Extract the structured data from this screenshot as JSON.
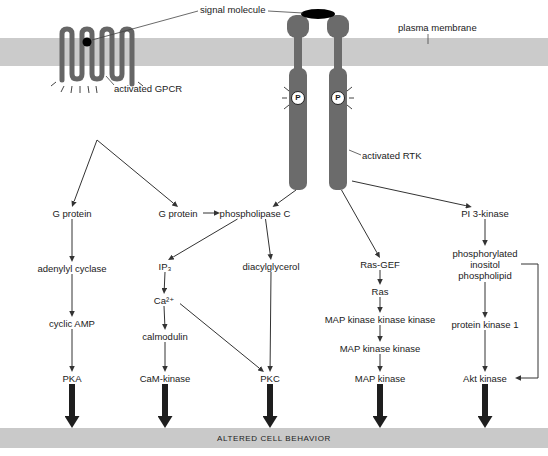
{
  "diagram": {
    "nodes": [
      {
        "text": [
          "activated GPCR"
        ]
      },
      {
        "text": [
          "activated RTK"
        ]
      },
      {
        "text": [
          "P"
        ],
        "in": 1
      },
      {
        "text": [
          "P"
        ],
        "in": 1
      },
      {
        "text": [
          "G protein"
        ]
      },
      {
        "text": [
          "adenylyl cyclase"
        ]
      },
      {
        "text": [
          "cyclic AMP"
        ]
      },
      {
        "text": [
          "PKA"
        ]
      },
      {
        "text": [
          "G protein"
        ]
      },
      {
        "text": [
          "phospholipase C"
        ]
      },
      {
        "text": [
          "IP₃"
        ]
      },
      {
        "text": [
          "diacylglycerol"
        ]
      },
      {
        "text": [
          "Ca²⁺"
        ]
      },
      {
        "text": [
          "calmodulin"
        ]
      },
      {
        "text": [
          "CaM-kinase"
        ]
      },
      {
        "text": [
          "PKC"
        ]
      },
      {
        "text": [
          "Ras-GEF"
        ]
      },
      {
        "text": [
          "Ras"
        ]
      },
      {
        "text": [
          "MAP kinase kinase kinase"
        ]
      },
      {
        "text": [
          "MAP kinase kinase"
        ]
      },
      {
        "text": [
          "MAP kinase"
        ]
      },
      {
        "text": [
          "PI 3-kinase"
        ]
      },
      {
        "text": [
          "phosphorylated inositol phospholipid"
        ]
      },
      {
        "text": [
          "protein kinase 1"
        ]
      },
      {
        "text": [
          "Akt kinase"
        ]
      },
      {
        "text": [
          "ALTERED CELL BEHAVIOR"
        ]
      }
    ],
    "edges": [
      {
        "from": 0,
        "to": 4,
        "arrow": "to"
      },
      {
        "from": 0,
        "to": 8,
        "arrow": "to"
      },
      {
        "from": 4,
        "to": 5,
        "arrow": "to"
      },
      {
        "from": 5,
        "to": 6,
        "arrow": "to"
      },
      {
        "from": 6,
        "to": 7,
        "arrow": "to"
      },
      {
        "from": 8,
        "to": 9,
        "arrow": "to"
      },
      {
        "from": 1,
        "to": 9,
        "arrow": "to"
      },
      {
        "from": 9,
        "to": 10,
        "arrow": "to"
      },
      {
        "from": 9,
        "to": 11,
        "arrow": "to"
      },
      {
        "from": 10,
        "to": 12,
        "arrow": "to"
      },
      {
        "from": 12,
        "to": 13,
        "arrow": "to"
      },
      {
        "from": 13,
        "to": 14,
        "arrow": "to"
      },
      {
        "from": 12,
        "to": 15,
        "arrow": "to"
      },
      {
        "from": 11,
        "to": 15,
        "arrow": "to"
      },
      {
        "from": 1,
        "to": 16,
        "arrow": "to"
      },
      {
        "from": 16,
        "to": 17,
        "arrow": "to"
      },
      {
        "from": 17,
        "to": 18,
        "arrow": "to"
      },
      {
        "from": 18,
        "to": 19,
        "arrow": "to"
      },
      {
        "from": 19,
        "to": 20,
        "arrow": "to"
      },
      {
        "from": 1,
        "to": 21,
        "arrow": "to"
      },
      {
        "from": 21,
        "to": 22,
        "arrow": "to"
      },
      {
        "from": 22,
        "to": 23,
        "arrow": "to"
      },
      {
        "from": 23,
        "to": 24,
        "arrow": "to"
      },
      {
        "from": 22,
        "to": 24,
        "arrow": "to"
      },
      {
        "from": 7,
        "to": 25,
        "arrow": "to"
      },
      {
        "from": 14,
        "to": 25,
        "arrow": "to"
      },
      {
        "from": 15,
        "to": 25,
        "arrow": "to"
      },
      {
        "from": 20,
        "to": 25,
        "arrow": "to"
      },
      {
        "from": 24,
        "to": 25,
        "arrow": "to"
      }
    ],
    "labels": [
      "signal molecule",
      "plasma membrane"
    ]
  }
}
